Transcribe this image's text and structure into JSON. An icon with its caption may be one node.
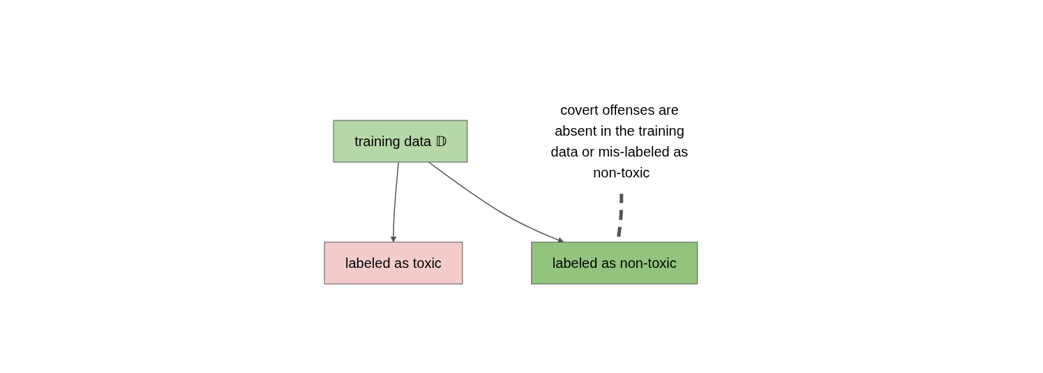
{
  "diagram": {
    "nodes": [
      {
        "text": [
          "training data 𝔻"
        ]
      },
      {
        "text": [
          "labeled as toxic"
        ]
      },
      {
        "text": [
          "labeled as non-toxic"
        ]
      },
      {
        "text": [
          "covert offenses are absent in the training data or mis-labeled as non-toxic"
        ]
      }
    ],
    "edges": [
      {
        "from": 0,
        "to": 1,
        "arrow": "to"
      },
      {
        "from": 0,
        "to": 2,
        "arrow": "to"
      },
      {
        "from": 3,
        "to": 2,
        "arrow": "none",
        "style": "dashed"
      }
    ]
  }
}
